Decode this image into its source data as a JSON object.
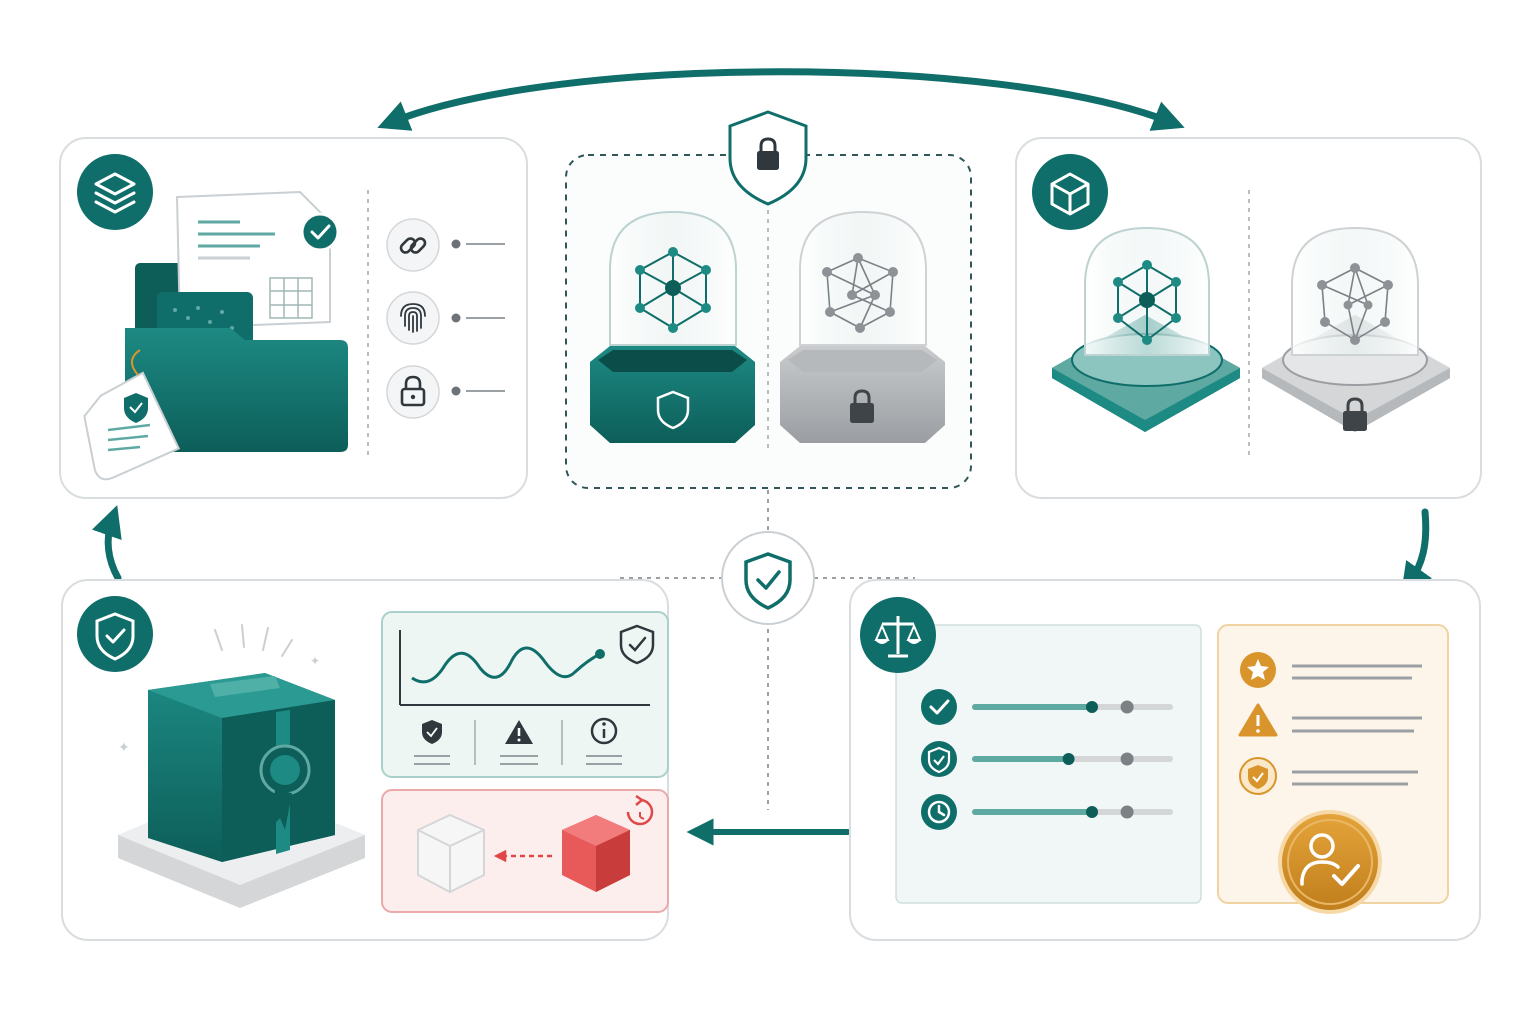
{
  "palette": {
    "teal": "#0f6e69",
    "teal_light": "#5fa9a3",
    "teal_pale": "#e9f3f1",
    "gray": "#8e9296",
    "gray_light": "#d4d6d8",
    "red": "#e04848",
    "red_pale": "#fdeeee",
    "gold": "#d9952c",
    "gold_pale": "#fdf5e9",
    "panel_border": "#d9dddf"
  },
  "icons": {
    "inputs": "layers-icon",
    "isolation": "shield-lock-icon",
    "models": "cube-icon",
    "governance": "balance-scale-icon",
    "deployment": "shield-check-icon",
    "hub": "shield-check-icon"
  },
  "inputs_panel": {
    "attributes": [
      "link-icon",
      "fingerprint-icon",
      "lock-icon"
    ]
  },
  "isolation_panel": {
    "environments": [
      {
        "state": "protected",
        "icon": "shield-icon",
        "color": "teal"
      },
      {
        "state": "locked",
        "icon": "lock-icon",
        "color": "gray"
      }
    ]
  },
  "models_panel": {
    "models": [
      {
        "state": "active",
        "color": "teal"
      },
      {
        "state": "locked",
        "icon": "lock-icon",
        "color": "gray"
      }
    ]
  },
  "governance_panel": {
    "criteria": [
      {
        "icon": "check-icon",
        "level": 0.6,
        "threshold": 0.78
      },
      {
        "icon": "shield-check-icon",
        "level": 0.48,
        "threshold": 0.78
      },
      {
        "icon": "clock-icon",
        "level": 0.6,
        "threshold": 0.78
      }
    ],
    "review_items": [
      "star-icon",
      "warning-icon",
      "shield-check-icon"
    ],
    "approval": "user-check-icon"
  },
  "deployment_panel": {
    "package": "sealed-box-icon",
    "monitor_indicators": [
      "shield-check-icon",
      "warning-icon",
      "info-icon"
    ],
    "rollback": {
      "from": "red-cube-icon",
      "to": "ghost-cube-icon"
    }
  }
}
